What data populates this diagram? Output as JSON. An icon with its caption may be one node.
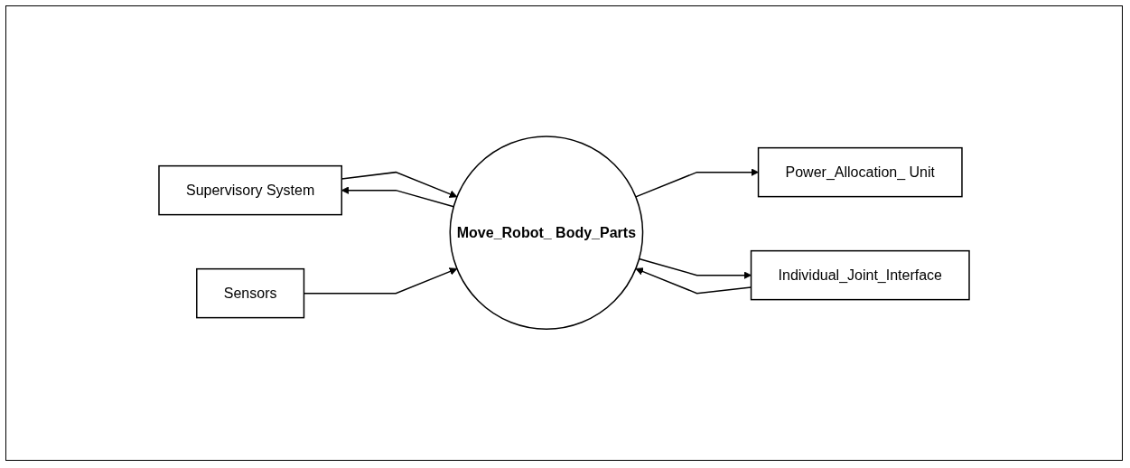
{
  "diagram": {
    "nodes": [
      {
        "text": [
          "Supervisory System"
        ]
      },
      {
        "text": [
          "Move_Robot_ Body_Parts"
        ]
      },
      {
        "text": [
          "Sensors"
        ]
      },
      {
        "text": [
          "Power_Allocation_ Unit"
        ]
      },
      {
        "text": [
          "Individual_Joint_Interface"
        ]
      }
    ],
    "edges": [
      {
        "from": 1,
        "to": 0,
        "arrow": "to"
      },
      {
        "from": 0,
        "to": 1,
        "arrow": "to"
      },
      {
        "from": 2,
        "to": 1,
        "arrow": "to"
      },
      {
        "from": 1,
        "to": 3,
        "arrow": "to"
      },
      {
        "from": 1,
        "to": 4,
        "arrow": "to"
      },
      {
        "from": 4,
        "to": 1,
        "arrow": "to"
      }
    ]
  }
}
